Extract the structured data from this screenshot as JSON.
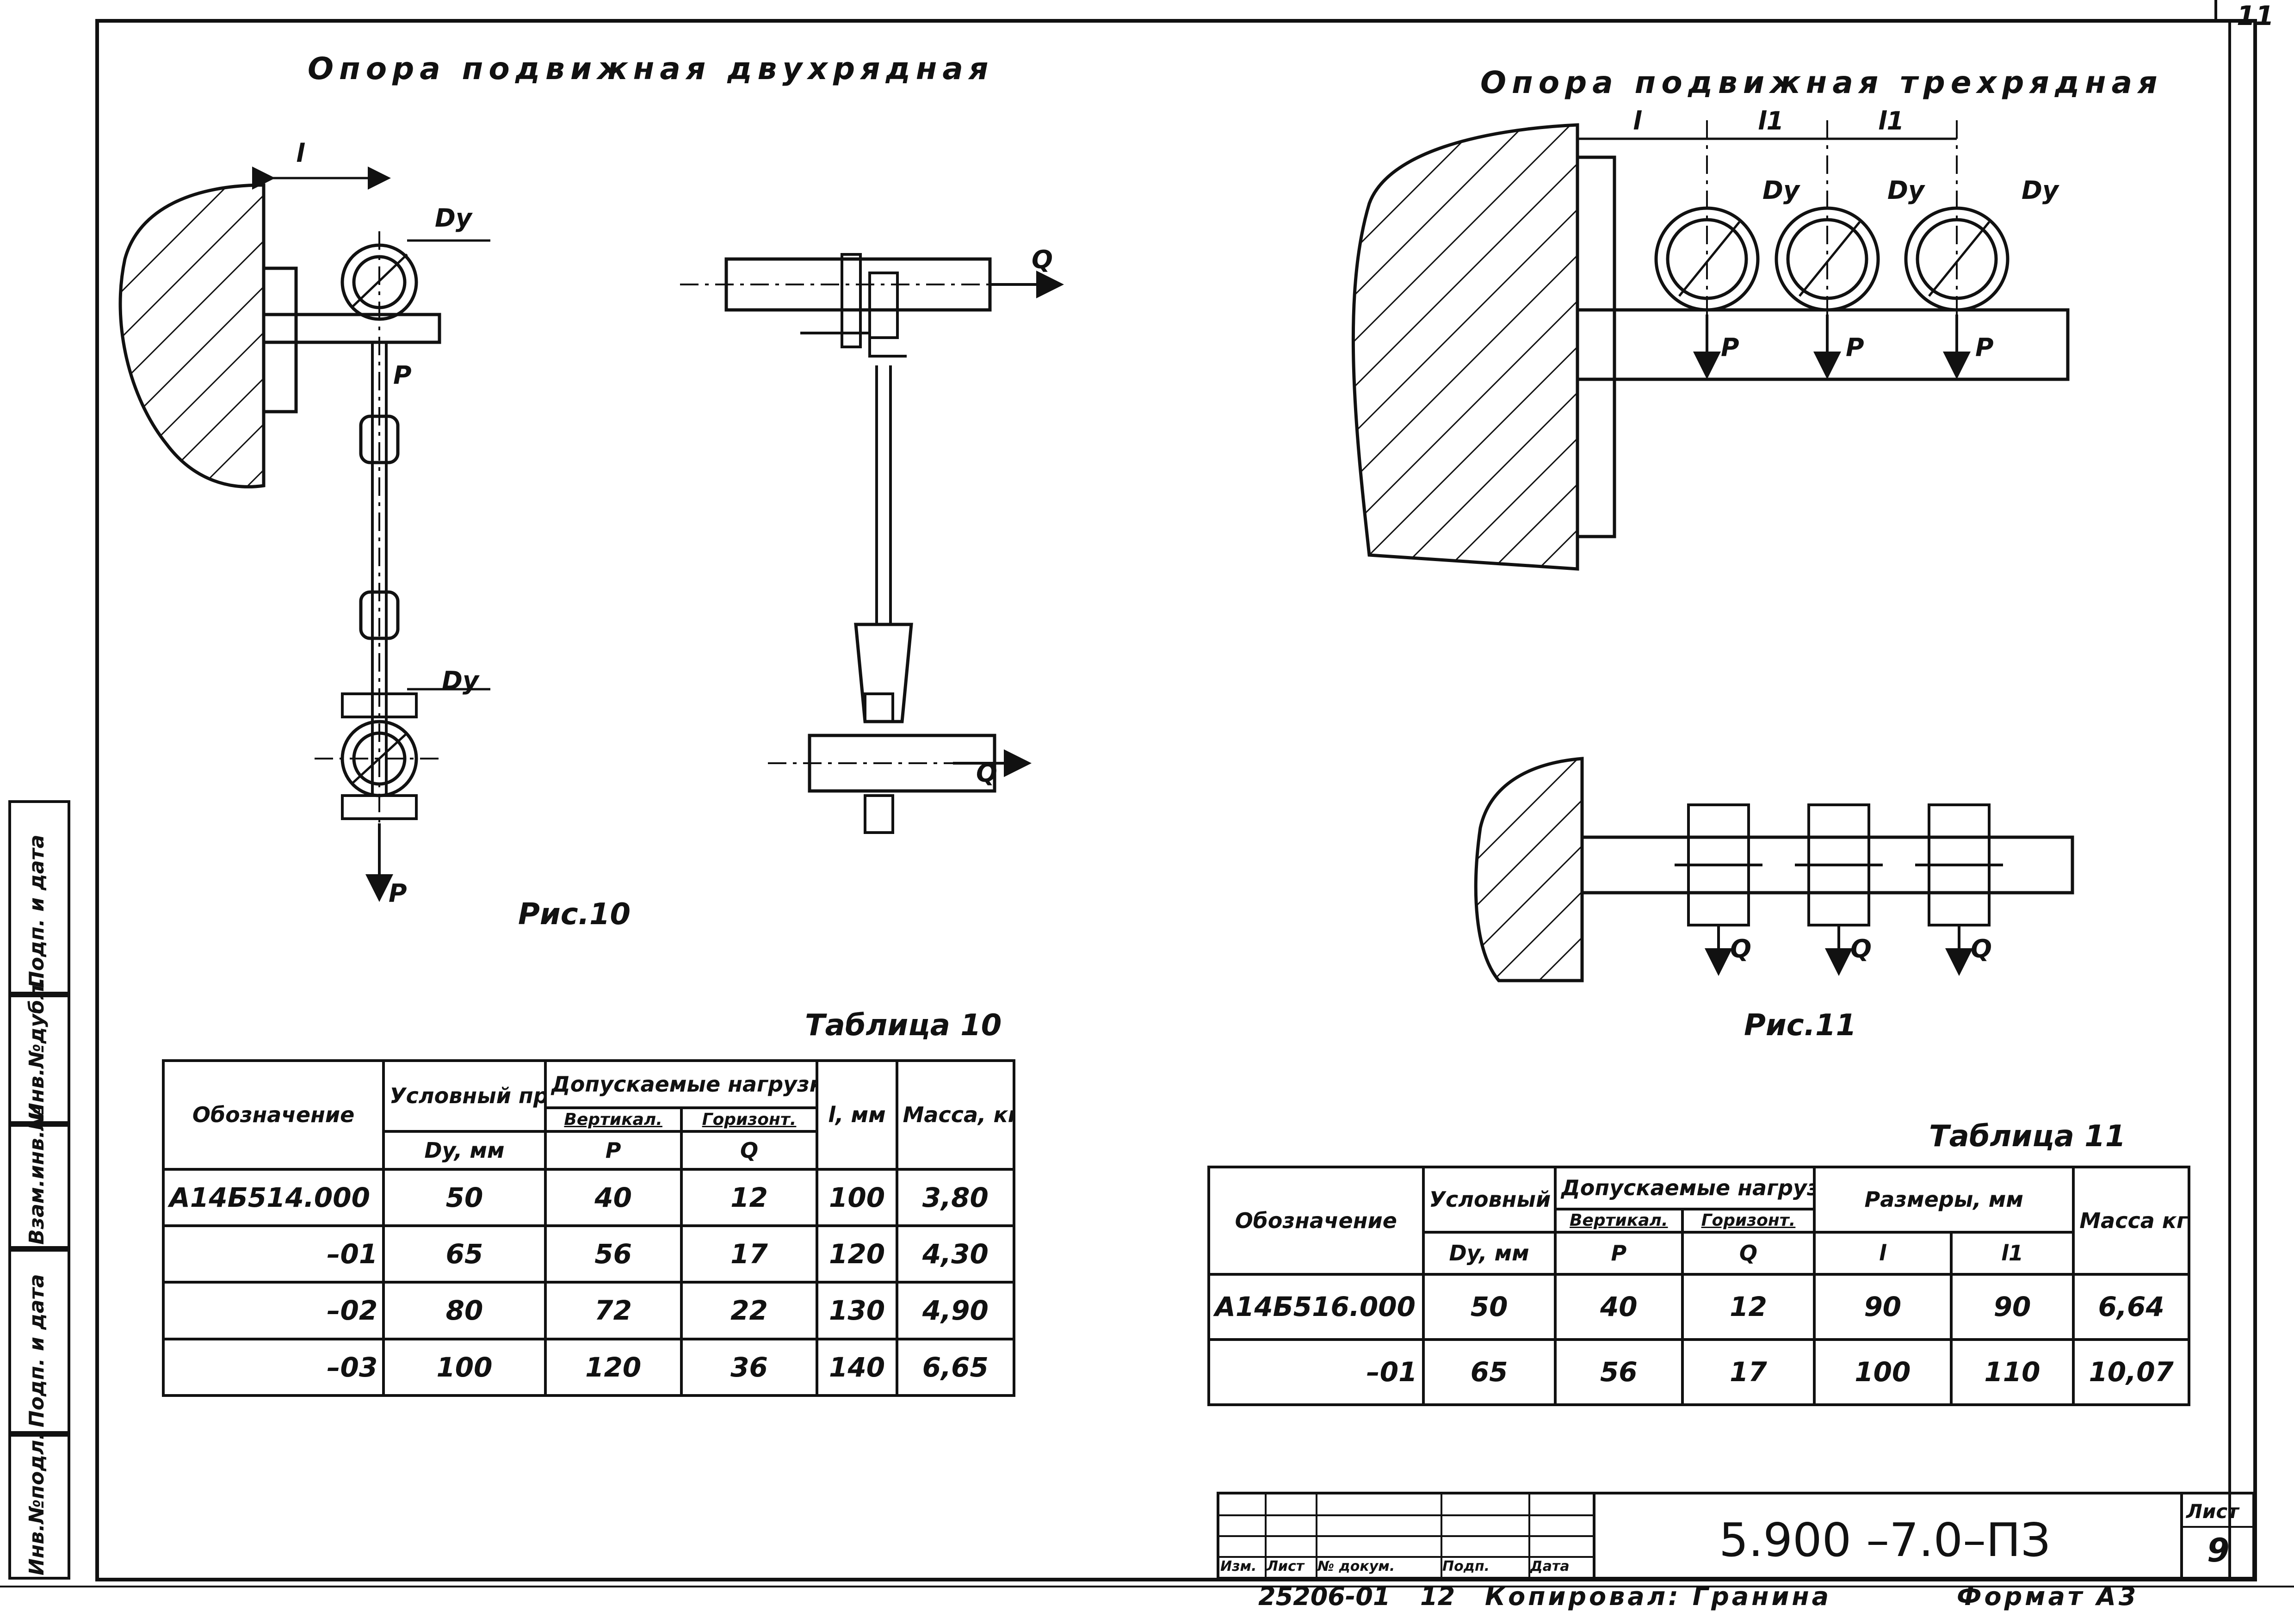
{
  "sheet": {
    "page_number": "11",
    "fig10": {
      "title": "Опора подвижная двухрядная",
      "caption": "Рис.10",
      "labels": {
        "l": "l",
        "dy1": "Dy",
        "dy2": "Dy",
        "p1": "P",
        "p2": "P",
        "q1": "Q",
        "q2": "Q"
      }
    },
    "fig11": {
      "title": "Опора подвижная трехрядная",
      "caption": "Рис.11",
      "labels": {
        "l": "l",
        "l1a": "l1",
        "l1b": "l1",
        "dy": "Dy",
        "p": "P",
        "q": "Q"
      }
    }
  },
  "table10": {
    "title": "Таблица 10",
    "headers": {
      "designation": "Обозначение",
      "passage": "Условный проход",
      "passage_unit": "Dy, мм",
      "loads": "Допускаемые нагрузки, кгс",
      "vertical": "Вертикал.",
      "horizontal": "Горизонт.",
      "p": "P",
      "q": "Q",
      "l": "l, мм",
      "mass": "Масса, кг"
    },
    "rows": [
      {
        "designation": "А14Б514.000",
        "dy": "50",
        "p": "40",
        "q": "12",
        "l": "100",
        "mass": "3,80"
      },
      {
        "designation": "–01",
        "dy": "65",
        "p": "56",
        "q": "17",
        "l": "120",
        "mass": "4,30"
      },
      {
        "designation": "–02",
        "dy": "80",
        "p": "72",
        "q": "22",
        "l": "130",
        "mass": "4,90"
      },
      {
        "designation": "–03",
        "dy": "100",
        "p": "120",
        "q": "36",
        "l": "140",
        "mass": "6,65"
      }
    ]
  },
  "table11": {
    "title": "Таблица 11",
    "headers": {
      "designation": "Обозначение",
      "passage": "Условный проход",
      "passage_unit": "Dy, мм",
      "loads": "Допускаемые нагрузки, кгс",
      "vertical": "Вертикал.",
      "horizontal": "Горизонт.",
      "p": "P",
      "q": "Q",
      "sizes": "Размеры, мм",
      "l": "l",
      "l1": "l1",
      "mass": "Масса кг"
    },
    "rows": [
      {
        "designation": "А14Б516.000",
        "dy": "50",
        "p": "40",
        "q": "12",
        "l": "90",
        "l1": "90",
        "mass": "6,64"
      },
      {
        "designation": "–01",
        "dy": "65",
        "p": "56",
        "q": "17",
        "l": "100",
        "l1": "110",
        "mass": "10,07"
      }
    ]
  },
  "side_strip": {
    "cells": [
      "Инв.№подл.",
      "Подп. и дата",
      "Взам.инв.№",
      "Инв.№дубл.",
      "Подп. и дата"
    ]
  },
  "title_block": {
    "doc_code": "5.900 –7.0–ПЗ",
    "sheet_label": "Лист",
    "sheet_number": "9",
    "columns": [
      "Изм.",
      "Лист",
      "№ докум.",
      "Подп.",
      "Дата"
    ]
  },
  "footer": {
    "order_number": "25206-01",
    "number": "12",
    "copied_by": "Копировал: Гранина",
    "format": "Формат А3"
  }
}
